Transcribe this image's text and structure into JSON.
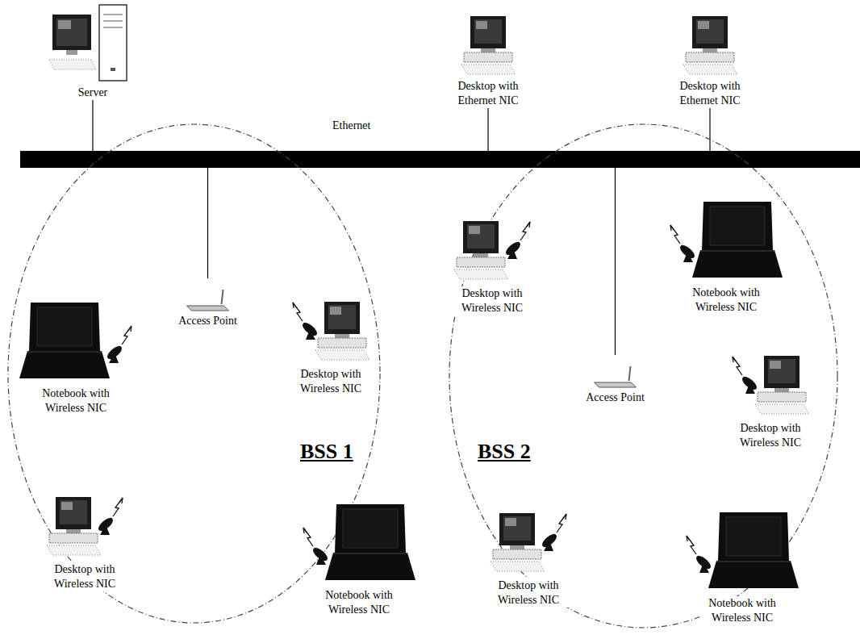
{
  "diagram": {
    "nodes": [
      {
        "text": [
          "Ethernet"
        ]
      },
      {
        "text": [
          "Server"
        ]
      },
      {
        "text": [
          "Desktop with Ethernet NIC"
        ]
      },
      {
        "text": [
          "Desktop with Ethernet NIC"
        ]
      },
      {
        "text": [
          "BSS 1"
        ]
      },
      {
        "text": [
          "Notebook with Wireless NIC"
        ],
        "in": 4
      },
      {
        "text": [
          "Access Point"
        ],
        "in": 4
      },
      {
        "text": [
          "Desktop with Wireless NIC"
        ],
        "in": 4
      },
      {
        "text": [
          "Desktop with Wireless NIC"
        ],
        "in": 4
      },
      {
        "text": [
          "Notebook with Wireless NIC"
        ],
        "in": 4
      },
      {
        "text": [
          "BSS 2"
        ]
      },
      {
        "text": [
          "Desktop with Wireless NIC"
        ],
        "in": 10
      },
      {
        "text": [
          "Notebook with Wireless NIC"
        ],
        "in": 10
      },
      {
        "text": [
          "Access Point"
        ],
        "in": 10
      },
      {
        "text": [
          "Desktop with Wireless NIC"
        ],
        "in": 10
      },
      {
        "text": [
          "Desktop with Wireless NIC"
        ],
        "in": 10
      },
      {
        "text": [
          "Notebook with Wireless NIC"
        ],
        "in": 10
      }
    ],
    "edges": [
      {
        "from": 0,
        "to": 1,
        "arrow": "none"
      },
      {
        "from": 0,
        "to": 2,
        "arrow": "none"
      },
      {
        "from": 0,
        "to": 3,
        "arrow": "none"
      },
      {
        "from": 0,
        "to": 6,
        "arrow": "none"
      },
      {
        "from": 0,
        "to": 13,
        "arrow": "none"
      }
    ]
  }
}
